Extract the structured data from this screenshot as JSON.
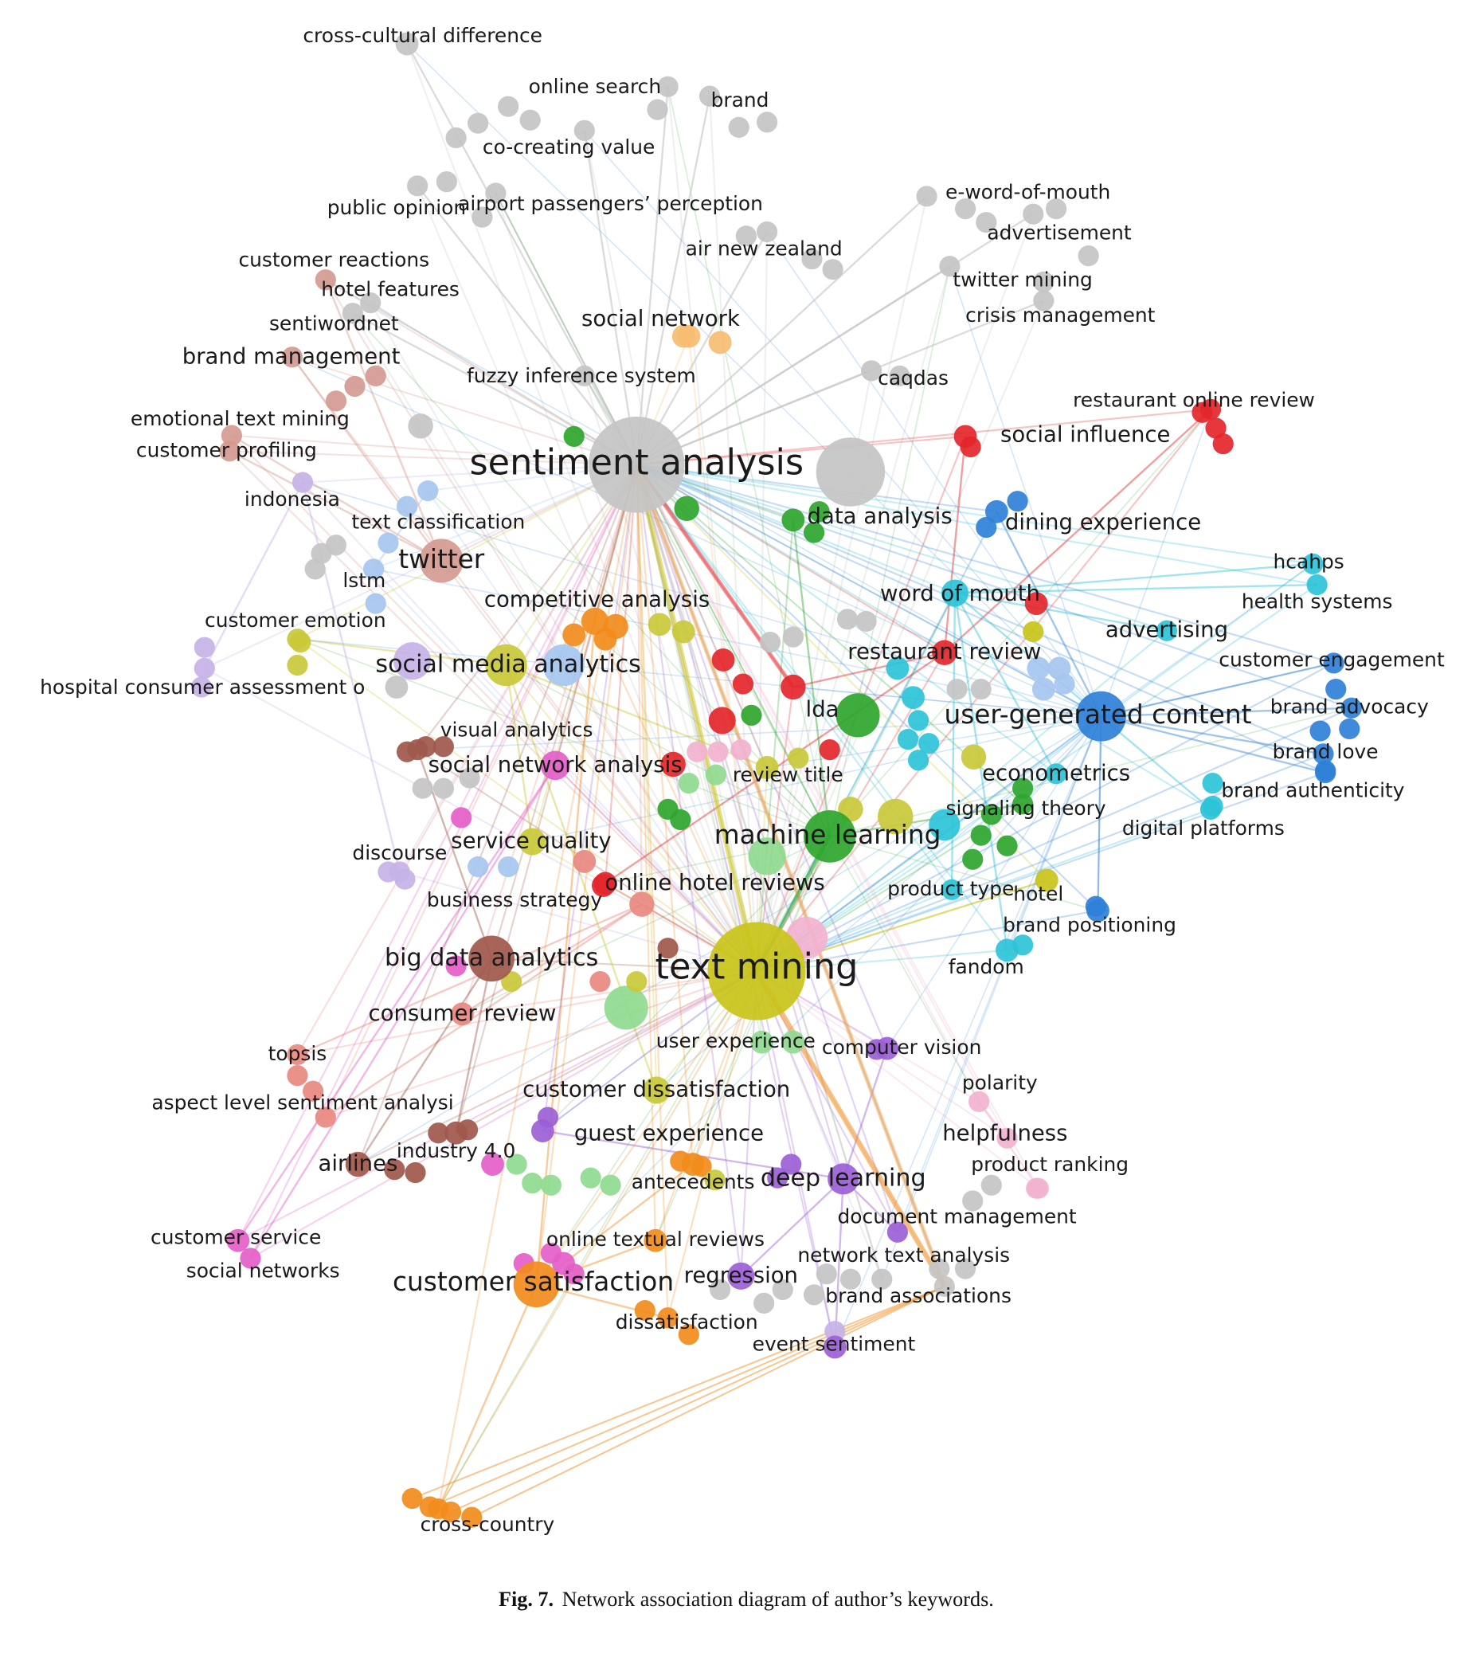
{
  "caption": {
    "fig": "Fig. 7.",
    "text": "Network association diagram of author’s keywords."
  },
  "clusters": {
    "grey": "#c4c4c4",
    "red": "#e3262b",
    "green": "#2ea62e",
    "blue": "#2f80d8",
    "olive": "#c9c93a",
    "purple": "#9b5fd6",
    "cyan": "#2cc3d8",
    "orange": "#f28c1c",
    "brown": "#a0584c",
    "pink": "#e45ec8",
    "lightgreen": "#8fda8f",
    "lightblue": "#a6c6ef",
    "lightpurple": "#c6b2e6",
    "lightorange": "#f6bd72",
    "lightpink": "#f2b2cf",
    "salmon": "#e88980",
    "rosy": "#d49a90",
    "yellow": "#c9c41a"
  },
  "nodes": [
    {
      "label": "cross-cultural difference",
      "cluster": "grey"
    },
    {
      "label": "online search",
      "cluster": "grey"
    },
    {
      "label": "brand",
      "cluster": "grey"
    },
    {
      "label": "co-creating value",
      "cluster": "grey"
    },
    {
      "label": "public opinion",
      "cluster": "grey"
    },
    {
      "label": "airport passengers’ perception",
      "cluster": "grey"
    },
    {
      "label": "air new zealand",
      "cluster": "grey"
    },
    {
      "label": "e-word-of-mouth",
      "cluster": "grey"
    },
    {
      "label": "advertisement",
      "cluster": "grey"
    },
    {
      "label": "twitter mining",
      "cluster": "grey"
    },
    {
      "label": "crisis management",
      "cluster": "grey"
    },
    {
      "label": "caqdas",
      "cluster": "grey"
    },
    {
      "label": "sentiment analysis",
      "cluster": "grey"
    },
    {
      "label": "fuzzy inference system",
      "cluster": "grey"
    },
    {
      "label": "social network",
      "cluster": "lightorange"
    },
    {
      "label": "customer reactions",
      "cluster": "rosy"
    },
    {
      "label": "hotel features",
      "cluster": "grey"
    },
    {
      "label": "sentiwordnet",
      "cluster": "grey"
    },
    {
      "label": "brand management",
      "cluster": "rosy"
    },
    {
      "label": "emotional text mining",
      "cluster": "rosy"
    },
    {
      "label": "customer profiling",
      "cluster": "rosy"
    },
    {
      "label": "restaurant online review",
      "cluster": "red"
    },
    {
      "label": "social influence",
      "cluster": "red"
    },
    {
      "label": "dining experience",
      "cluster": "blue"
    },
    {
      "label": "indonesia",
      "cluster": "lightpurple"
    },
    {
      "label": "text classification",
      "cluster": "lightblue"
    },
    {
      "label": "twitter",
      "cluster": "rosy"
    },
    {
      "label": "lstm",
      "cluster": "lightblue"
    },
    {
      "label": "data analysis",
      "cluster": "green"
    },
    {
      "label": "word of mouth",
      "cluster": "cyan"
    },
    {
      "label": "hcahps",
      "cluster": "cyan"
    },
    {
      "label": "health systems",
      "cluster": "cyan"
    },
    {
      "label": "competitive analysis",
      "cluster": "orange"
    },
    {
      "label": "customer emotion",
      "cluster": "olive"
    },
    {
      "label": "advertising",
      "cluster": "cyan"
    },
    {
      "label": "restaurant review",
      "cluster": "red"
    },
    {
      "label": "customer engagement",
      "cluster": "blue"
    },
    {
      "label": "social media analytics",
      "cluster": "olive"
    },
    {
      "label": "hospital consumer assessment o",
      "cluster": "lightpurple"
    },
    {
      "label": "lda",
      "cluster": "red"
    },
    {
      "label": "user-generated content",
      "cluster": "blue"
    },
    {
      "label": "brand advocacy",
      "cluster": "blue"
    },
    {
      "label": "visual analytics",
      "cluster": "brown"
    },
    {
      "label": "brand love",
      "cluster": "blue"
    },
    {
      "label": "social network analysis",
      "cluster": "pink"
    },
    {
      "label": "review title",
      "cluster": "olive"
    },
    {
      "label": "econometrics",
      "cluster": "cyan"
    },
    {
      "label": "brand authenticity",
      "cluster": "blue"
    },
    {
      "label": "signaling theory",
      "cluster": "green"
    },
    {
      "label": "machine learning",
      "cluster": "green"
    },
    {
      "label": "digital platforms",
      "cluster": "cyan"
    },
    {
      "label": "service quality",
      "cluster": "olive"
    },
    {
      "label": "discourse",
      "cluster": "lightpurple"
    },
    {
      "label": "online hotel reviews",
      "cluster": "red"
    },
    {
      "label": "product type",
      "cluster": "cyan"
    },
    {
      "label": "hotel",
      "cluster": "yellow"
    },
    {
      "label": "business strategy",
      "cluster": "salmon"
    },
    {
      "label": "brand positioning",
      "cluster": "blue"
    },
    {
      "label": "big data analytics",
      "cluster": "brown"
    },
    {
      "label": "text mining",
      "cluster": "yellow"
    },
    {
      "label": "fandom",
      "cluster": "cyan"
    },
    {
      "label": "consumer review",
      "cluster": "salmon"
    },
    {
      "label": "user experience",
      "cluster": "lightgreen"
    },
    {
      "label": "computer vision",
      "cluster": "purple"
    },
    {
      "label": "topsis",
      "cluster": "salmon"
    },
    {
      "label": "polarity",
      "cluster": "lightpink"
    },
    {
      "label": "customer dissatisfaction",
      "cluster": "olive"
    },
    {
      "label": "aspect level sentiment analysi",
      "cluster": "salmon"
    },
    {
      "label": "helpfulness",
      "cluster": "lightpink"
    },
    {
      "label": "guest experience",
      "cluster": "purple"
    },
    {
      "label": "industry 4.0",
      "cluster": "brown"
    },
    {
      "label": "product ranking",
      "cluster": "lightpink"
    },
    {
      "label": "airlines",
      "cluster": "brown"
    },
    {
      "label": "antecedents",
      "cluster": "orange"
    },
    {
      "label": "deep learning",
      "cluster": "purple"
    },
    {
      "label": "document management",
      "cluster": "purple"
    },
    {
      "label": "customer service",
      "cluster": "pink"
    },
    {
      "label": "online textual reviews",
      "cluster": "orange"
    },
    {
      "label": "network text analysis",
      "cluster": "grey"
    },
    {
      "label": "social networks",
      "cluster": "pink"
    },
    {
      "label": "regression",
      "cluster": "purple"
    },
    {
      "label": "customer satisfaction",
      "cluster": "orange"
    },
    {
      "label": "brand associations",
      "cluster": "grey"
    },
    {
      "label": "dissatisfaction",
      "cluster": "orange"
    },
    {
      "label": "event sentiment",
      "cluster": "purple"
    },
    {
      "label": "cross-country",
      "cluster": "orange"
    }
  ]
}
